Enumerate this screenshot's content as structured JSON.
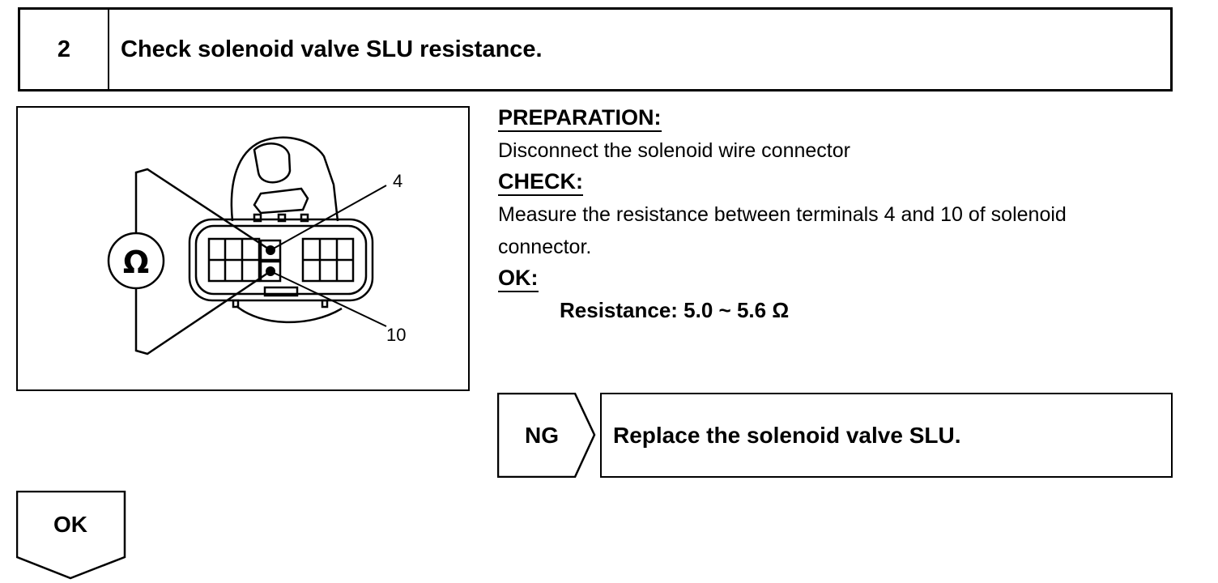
{
  "step": {
    "number": "2",
    "title": "Check solenoid valve SLU resistance."
  },
  "illustration": {
    "ohm_symbol": "Ω",
    "terminal_a": "4",
    "terminal_b": "10"
  },
  "procedure": {
    "preparation_heading": "PREPARATION:",
    "preparation_text": "Disconnect the solenoid wire connector",
    "check_heading": "CHECK:",
    "check_text_line1": "Measure the resistance between terminals 4 and 10 of solenoid",
    "check_text_line2": "connector.",
    "ok_heading": "OK:",
    "spec": "Resistance: 5.0 ~ 5.6 Ω"
  },
  "ng_branch": {
    "label": "NG",
    "action": "Replace the solenoid valve SLU."
  },
  "ok_branch": {
    "label": "OK"
  }
}
